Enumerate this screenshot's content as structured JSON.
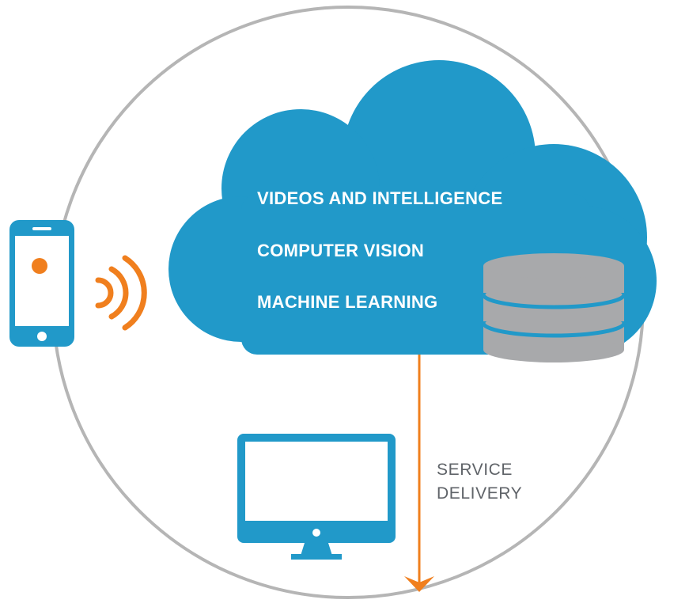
{
  "cloud": {
    "lines": [
      "VIDEOS AND INTELLIGENCE",
      "COMPUTER VISION",
      "MACHINE LEARNING"
    ]
  },
  "delivery": {
    "line1": "SERVICE",
    "line2": "DELIVERY"
  },
  "colors": {
    "cloud": "#2199c9",
    "accent": "#f07f1e",
    "circle": "#b5b5b5",
    "database": "#a8a9ab",
    "text_on_cloud": "#ffffff",
    "label_text": "#5f6368"
  },
  "icons": {
    "phone": "smartphone-icon",
    "signal": "wireless-signal-icon",
    "database": "database-icon",
    "monitor": "desktop-monitor-icon",
    "arrow": "down-arrow-icon"
  }
}
